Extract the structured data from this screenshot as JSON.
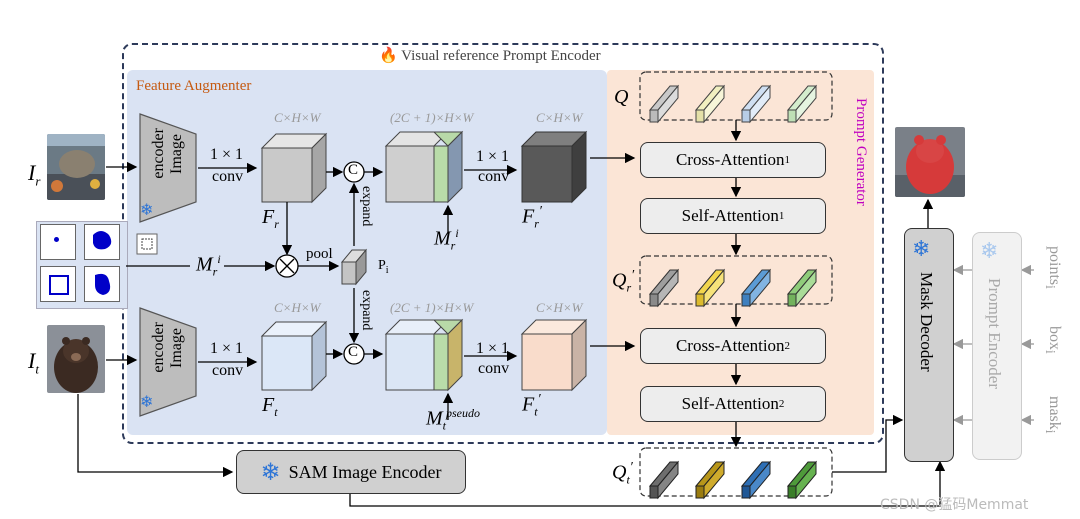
{
  "title": "Visual reference Prompt Encoder",
  "feature_augmenter": "Feature Augmenter",
  "prompt_generator": "Prompt Generator",
  "labels": {
    "I_r": "I",
    "I_r_sub": "r",
    "I_t": "I",
    "I_t_sub": "t",
    "M_r_i": "M",
    "M_r_i_sub": "r",
    "M_r_i_sup": "i",
    "F_r": "F",
    "F_r_sub": "r",
    "F_t": "F",
    "F_t_sub": "t",
    "F_r_prime": "F",
    "F_r_prime_sub": "r",
    "F_t_prime": "F",
    "F_t_prime_sub": "t",
    "M_r_i_2": "M",
    "M_r_i_2_sub": "r",
    "M_r_i_2_sup": "i",
    "M_t_pseudo": "M",
    "M_t_pseudo_sub": "t",
    "M_t_pseudo_sup": "pseudo",
    "P_i": "P",
    "P_i_sub": "i",
    "Q": "Q",
    "Q_r": "Q",
    "Q_r_sub": "r",
    "Q_t": "Q",
    "Q_t_sub": "t"
  },
  "encoder_label_1": "Image",
  "encoder_label_2": "encoder",
  "conv_1x1": "1 × 1",
  "conv": "conv",
  "dims_chw": "C×H×W",
  "dims_2c": "(2C + 1)×H×W",
  "expand": "expand",
  "pool": "pool",
  "concat": "C",
  "cross_attention_1": "Cross-Attention",
  "cross_attention_1_sub": "1",
  "self_attention_1": "Self-Attention",
  "self_attention_1_sub": "1",
  "cross_attention_2": "Cross-Attention",
  "cross_attention_2_sub": "2",
  "self_attention_2": "Self-Attention",
  "self_attention_2_sub": "2",
  "mask_decoder": "Mask Decoder",
  "prompt_encoder": "Prompt Encoder",
  "prompt_inputs": [
    "points",
    "box",
    "mask"
  ],
  "prompt_inputs_sub": [
    "i",
    "i",
    "i"
  ],
  "sam_image_encoder": "SAM Image Encoder",
  "watermark": "CSDN @猛码Memmat",
  "colors": {
    "blue_panel": "#dae3f3",
    "peach_panel": "#fbe5d6",
    "feature_augmenter_text": "#c55a11",
    "prompt_generator_text": "#c000c0",
    "flame": "#e8632b",
    "snow": "#2e75d6"
  }
}
